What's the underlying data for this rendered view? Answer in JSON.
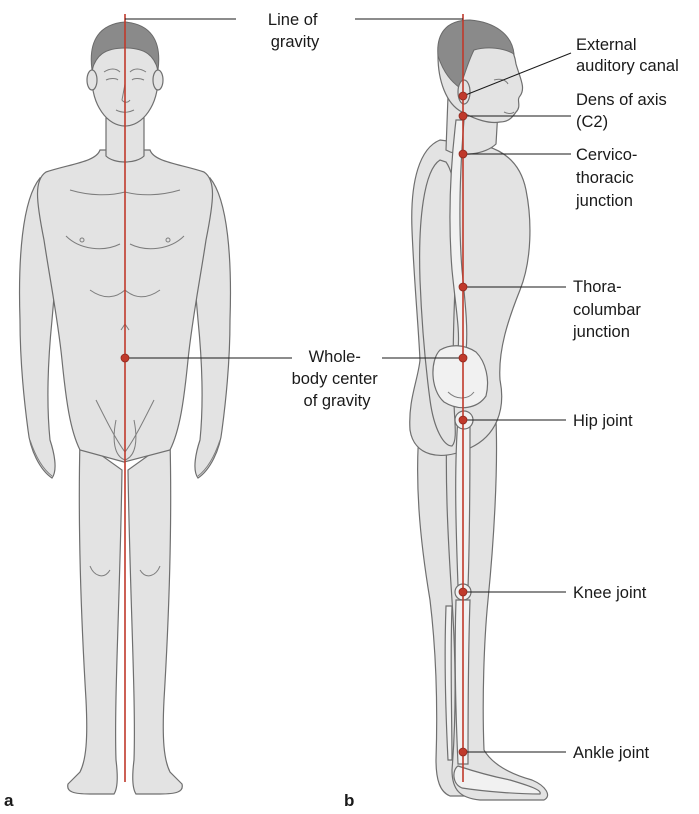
{
  "colors": {
    "gravity_line": "#c0392b",
    "body_fill": "#e3e3e3",
    "outline": "#6f6f6f",
    "hair": "#8a8a8a",
    "text": "#1a1a1a"
  },
  "panels": [
    {
      "letter": "a"
    },
    {
      "letter": "b"
    }
  ],
  "labels": {
    "line_of_gravity": [
      "Line of",
      "gravity"
    ],
    "center_of_gravity": [
      "Whole-",
      "body center",
      "of gravity"
    ]
  },
  "landmarks": [
    {
      "lines": [
        "External",
        "auditory canal"
      ]
    },
    {
      "lines": [
        "Dens of axis",
        "(C2)"
      ]
    },
    {
      "lines": [
        "Cervico-",
        "thoracic",
        "junction"
      ]
    },
    {
      "lines": [
        "Thora-",
        "columbar",
        "junction"
      ]
    },
    {
      "lines": [
        "Hip joint"
      ]
    },
    {
      "lines": [
        "Knee joint"
      ]
    },
    {
      "lines": [
        "Ankle joint"
      ]
    }
  ]
}
